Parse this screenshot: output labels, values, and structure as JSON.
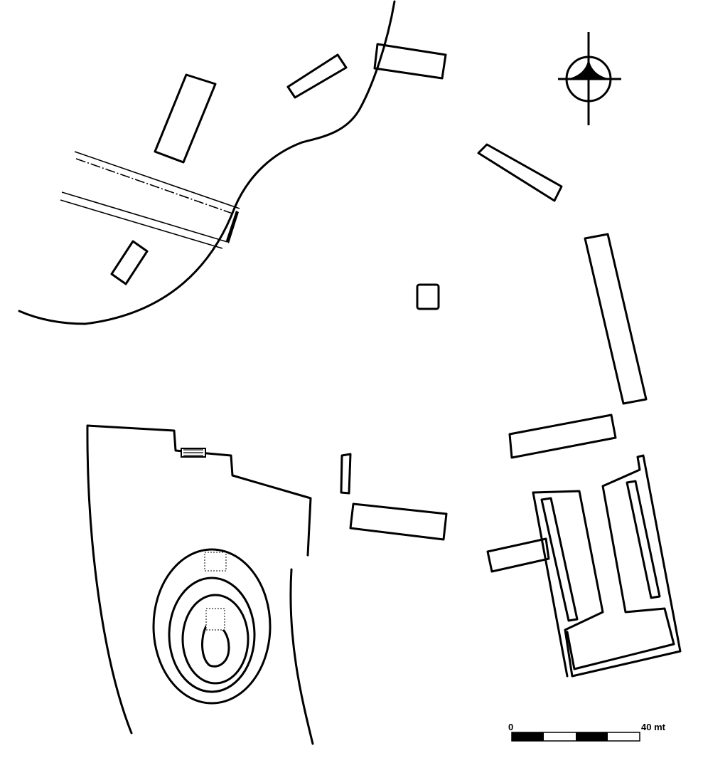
{
  "title": "Site plan",
  "scale_bar": {
    "start_label": "0",
    "end_label": "40 mt",
    "segments": 4
  },
  "north_arrow": {
    "icon": "north-arrow-icon"
  },
  "colors": {
    "ink": "#000000",
    "paper": "#ffffff"
  }
}
